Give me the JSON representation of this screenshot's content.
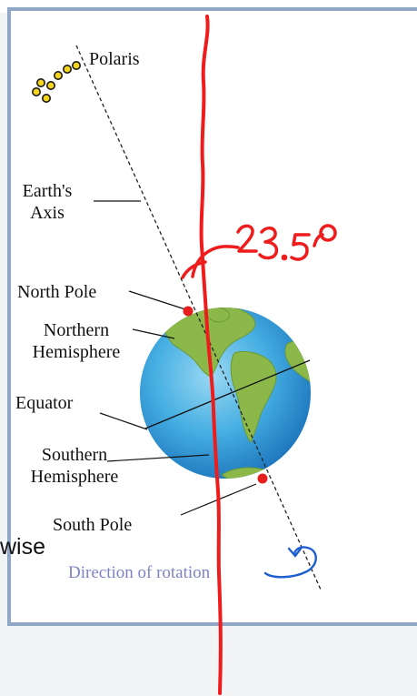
{
  "labels": {
    "polaris": "Polaris",
    "earths_axis_line1": "Earth's",
    "earths_axis_line2": "Axis",
    "north_pole": "North Pole",
    "northern_line1": "Northern",
    "northern_line2": "Hemisphere",
    "equator": "Equator",
    "southern_line1": "Southern",
    "southern_line2": "Hemisphere",
    "south_pole": "South Pole",
    "direction_of_rotation": "Direction of rotation",
    "clipped_word": "wise"
  },
  "annotation": {
    "tilt_angle": "23.5°",
    "ink_color": "#ee1c1c"
  },
  "colors": {
    "frame_border": "#8fa6c4",
    "ocean": "#3ea6dc",
    "land": "#7fb24a",
    "star": "#f2d21b",
    "rotation_text": "#7f83c6"
  }
}
